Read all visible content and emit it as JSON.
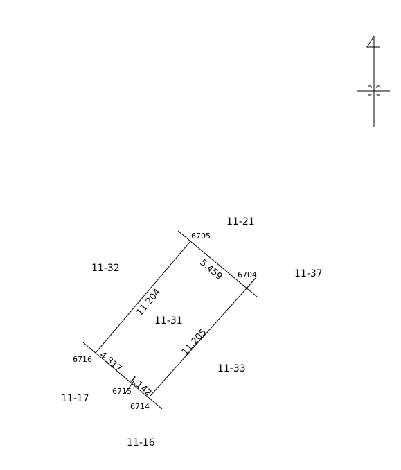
{
  "parcels": {
    "p_11_21": "11-21",
    "p_11_32": "11-32",
    "p_11_37": "11-37",
    "p_11_31": "11-31",
    "p_11_33": "11-33",
    "p_11_17": "11-17",
    "p_11_16": "11-16"
  },
  "points": {
    "pt_6705": "6705",
    "pt_6704": "6704",
    "pt_6716": "6716",
    "pt_6715": "6715",
    "pt_6714": "6714"
  },
  "dimensions": {
    "top": "5.459",
    "left": "11.204",
    "right": "11.205",
    "bottom_left": "4.317",
    "bottom_right": "1.142"
  },
  "north_arrow": {
    "icon": "north-arrow-icon"
  }
}
